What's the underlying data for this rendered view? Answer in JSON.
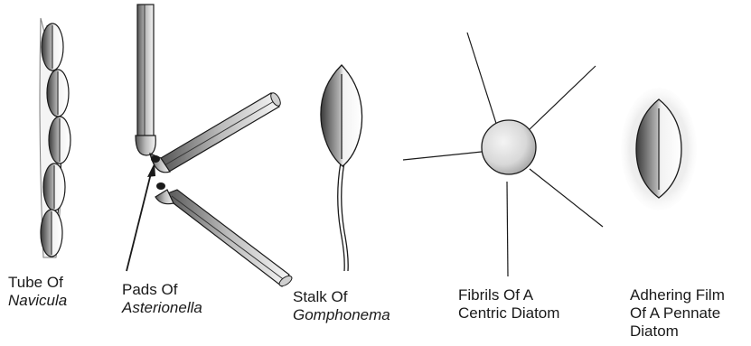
{
  "captions": [
    {
      "line1": "Tube Of",
      "line2": "Navicula",
      "line3": ""
    },
    {
      "line1": "Pads Of",
      "line2": "Asterionella",
      "line3": ""
    },
    {
      "line1": "Stalk Of",
      "line2": "Gomphonema",
      "line3": ""
    },
    {
      "line1": "Fibrils Of A",
      "line2": "Centric Diatom",
      "line3": ""
    },
    {
      "line1": "Adhering Film",
      "line2": "Of A Pennate",
      "line3": "Diatom"
    }
  ],
  "colors": {
    "ink": "#1a1a1a",
    "shade": "#7a7a7a",
    "light": "#ededed",
    "background": "#ffffff"
  }
}
